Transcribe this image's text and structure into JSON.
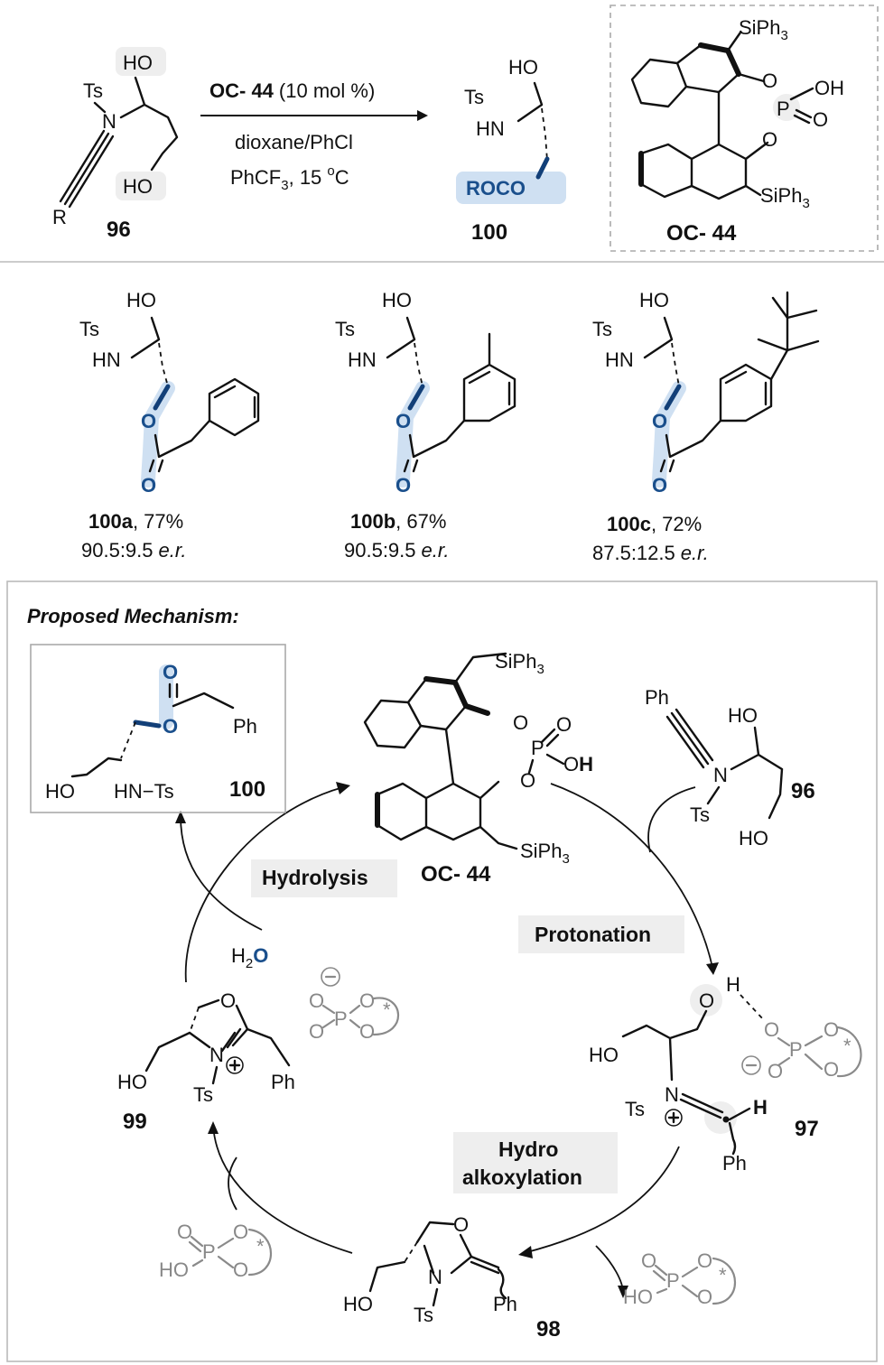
{
  "scheme": {
    "catalyst_code": "OC- 44",
    "loading": "(10 mol %)",
    "solvent": "dioxane/PhCl",
    "solvent2": "PhCF",
    "solvent2_sub": "3",
    "temperature": ", 15 ",
    "deg": "o",
    "temp_unit": "C",
    "reactant_label": "96",
    "product_label": "100",
    "catalyst_label": "OC- 44",
    "roco": "ROCO"
  },
  "atoms": {
    "HO": "HO",
    "OH": "OH",
    "Ts": "Ts",
    "N": "N",
    "HN": "HN",
    "R": "R",
    "O": "O",
    "P": "P",
    "H": "H",
    "H2": "H",
    "Ph": "Ph",
    "SiPh": "SiPh",
    "sub3": "3",
    "HN_Ts": "HN−Ts",
    "star": "*"
  },
  "examples": [
    {
      "label": "100a",
      "yield": ", 77%",
      "er": "90.5:9.5",
      "er_unit": "e.r."
    },
    {
      "label": "100b",
      "yield": ", 67%",
      "er": "90.5:9.5",
      "er_unit": "e.r."
    },
    {
      "label": "100c",
      "yield": ", 72%",
      "er": "87.5:12.5",
      "er_unit": "e.r."
    }
  ],
  "mechanism": {
    "title": "Proposed Mechanism:",
    "steps": {
      "hydrolysis": "Hydrolysis",
      "protonation": "Protonation",
      "hydro_line1": "Hydro",
      "hydro_line2": "alkoxylation"
    },
    "species": {
      "product": "100",
      "catalyst": "OC- 44",
      "substrate": "96",
      "intermediate_97": "97",
      "intermediate_98": "98",
      "intermediate_99": "99"
    }
  },
  "colors": {
    "accent_blue": "#1a4f8c",
    "highlight_blue": "#cfe0f2",
    "step_box": "#eeeeee",
    "grey_atoms": "#888888"
  }
}
